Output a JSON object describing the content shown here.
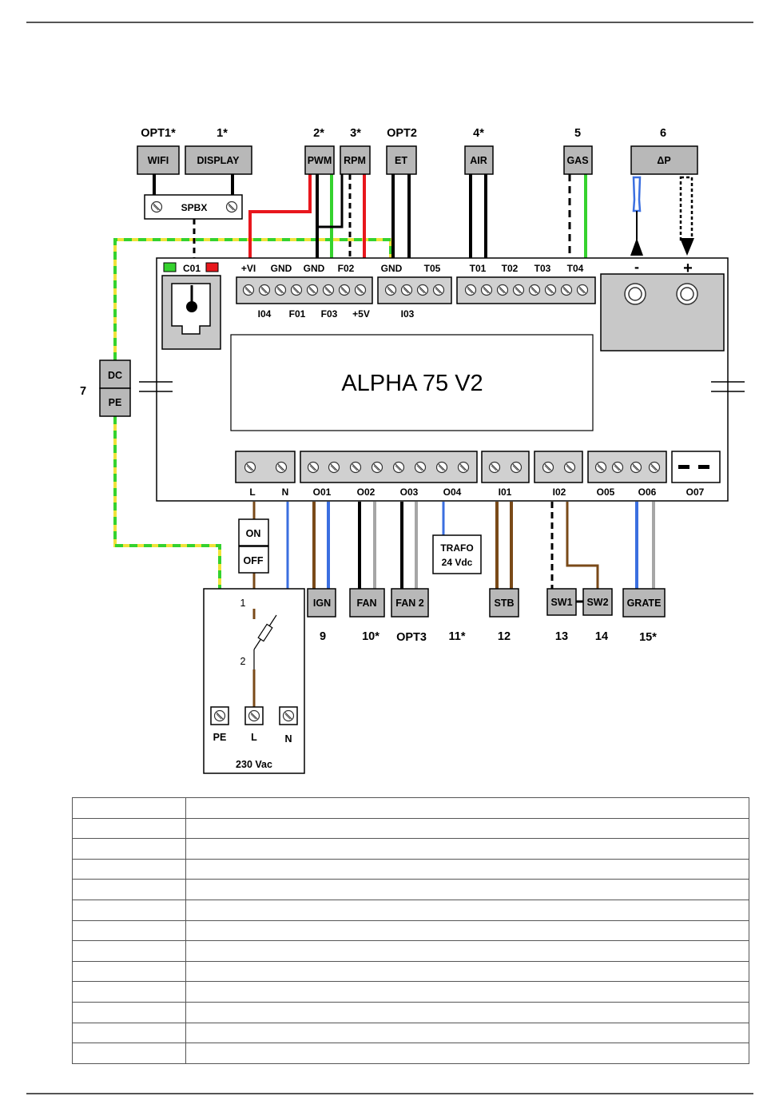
{
  "title": "ALPHA 75 V2",
  "top_devices": [
    {
      "num": "OPT1*",
      "box": "WIFI"
    },
    {
      "num": "1*",
      "box": "DISPLAY"
    },
    {
      "num": "2*",
      "box": "PWM"
    },
    {
      "num": "3*",
      "box": "RPM"
    },
    {
      "num": "OPT2",
      "box": "ET"
    },
    {
      "num": "4*",
      "box": "AIR"
    },
    {
      "num": "5",
      "box": "GAS"
    },
    {
      "num": "6",
      "box": "ΔP"
    }
  ],
  "spbx": "SPBX",
  "c01": "C01",
  "top_terminals": [
    "+VI",
    "GND",
    "GND",
    "F02",
    "GND",
    "T05",
    "T01",
    "T02",
    "T03",
    "T04"
  ],
  "top_terminals_below": [
    "I04",
    "F01",
    "F03",
    "+5V",
    "I03"
  ],
  "pressure_signs": [
    "-",
    "+"
  ],
  "dcpe": {
    "num": "7",
    "dc": "DC",
    "pe": "PE"
  },
  "bottom_terminals": [
    "L",
    "N",
    "O01",
    "O02",
    "O03",
    "O04",
    "I01",
    "I02",
    "O05",
    "O06",
    "O07"
  ],
  "switch": {
    "on": "ON",
    "off": "OFF"
  },
  "supply": {
    "n1": "1",
    "n2": "2",
    "pe": "PE",
    "l": "L",
    "n": "N",
    "voltage": "230 Vac"
  },
  "trafo": {
    "line1": "TRAFO",
    "line2": "24 Vdc"
  },
  "bottom_devices": [
    {
      "box": "IGN",
      "num": "9"
    },
    {
      "box": "FAN",
      "num": "10*"
    },
    {
      "box": "FAN 2",
      "num": "OPT3"
    },
    {
      "box": "",
      "num": "11*"
    },
    {
      "box": "STB",
      "num": "12"
    },
    {
      "box": "SW1",
      "num": "13"
    },
    {
      "box": "SW2",
      "num": "14"
    },
    {
      "box": "GRATE",
      "num": "15*"
    }
  ],
  "colors": {
    "box_fill": "#b8b8b8",
    "red": "#e8171d",
    "green": "#35d22e",
    "yellow": "#f0e23a",
    "blue": "#3b6fe0",
    "brown": "#7a4a18",
    "grey": "#a6a6a6"
  }
}
